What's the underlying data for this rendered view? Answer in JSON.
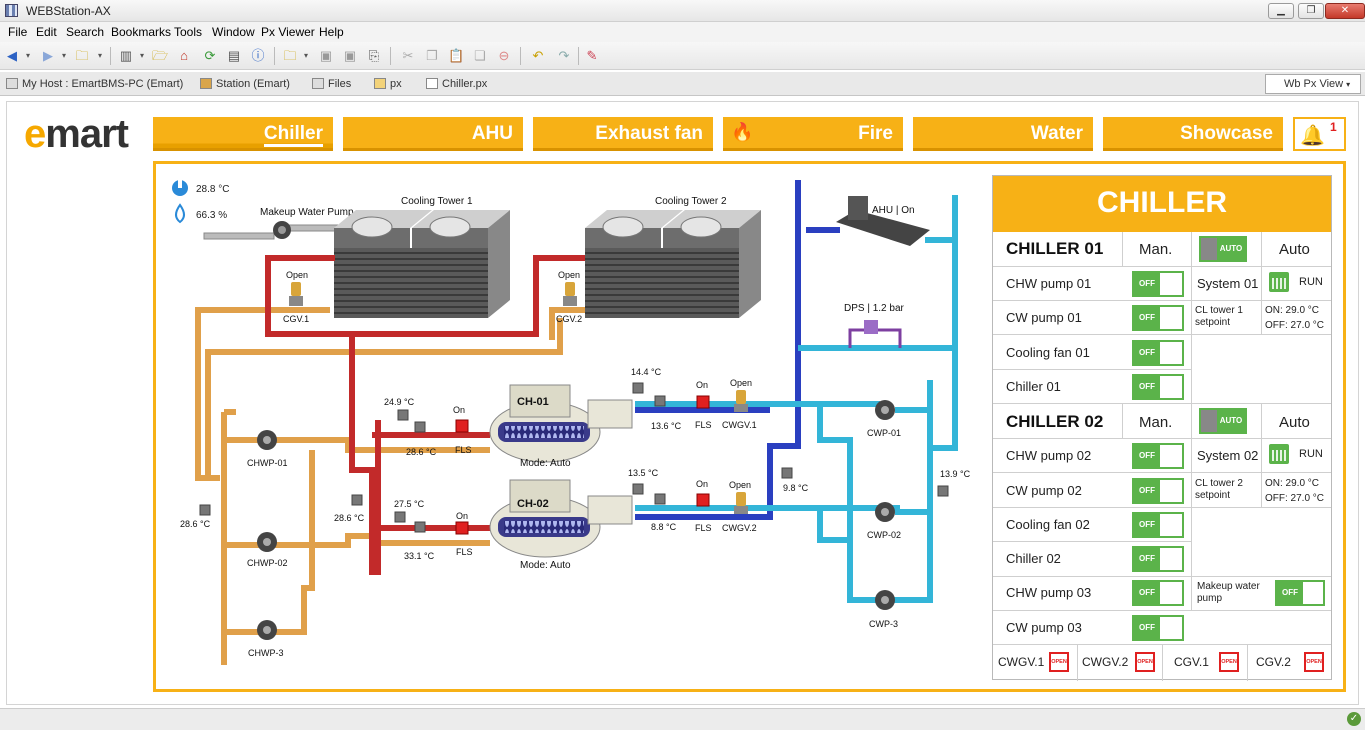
{
  "window": {
    "title": "WEBStation-AX"
  },
  "menu": [
    "File",
    "Edit",
    "Search",
    "Bookmarks",
    "Tools",
    "Window",
    "Px Viewer",
    "Help"
  ],
  "nav": {
    "crumbs": [
      "My Host : EmartBMS-PC (Emart)",
      "Station (Emart)",
      "Files",
      "px",
      "Chiller.px"
    ],
    "view": "Wb Px View"
  },
  "brand": {
    "logo_e": "e",
    "logo_rest": "mart"
  },
  "tabs": [
    "Chiller",
    "AHU",
    "Exhaust fan",
    "Fire",
    "Water",
    "Showcase"
  ],
  "alarm_count": "1",
  "colors": {
    "accent": "#f7b116",
    "hot_pipe": "#c22a2a",
    "cw_pipe": "#e0a04a",
    "chw_pipe": "#33b5d8",
    "blue_pipe": "#2a3fc0",
    "on_green": "#5bb34a",
    "alarm_red": "#e02020"
  },
  "env": {
    "temp": "28.8 °C",
    "humidity": "66.3 %"
  },
  "diagram": {
    "makeup_pump": "Makeup Water Pump",
    "ct1": "Cooling Tower 1",
    "ct2": "Cooling Tower 2",
    "cgv1_state": "Open",
    "cgv1": "CGV.1",
    "cgv2_state": "Open",
    "cgv2": "CGV.2",
    "ahu": "AHU | On",
    "dps": "DPS | 1.2 bar",
    "ch01": {
      "name": "CH-01",
      "mode": "Mode: Auto"
    },
    "ch02": {
      "name": "CH-02",
      "mode": "Mode: Auto"
    },
    "t_249": "24.9 °C",
    "t_286a": "28.6 °C",
    "t_286b": "28.6 °C",
    "t_286c": "28.6 °C",
    "t_275": "27.5 °C",
    "t_331": "33.1 °C",
    "t_144": "14.4 °C",
    "t_136": "13.6 °C",
    "t_135": "13.5 °C",
    "t_88": "8.8 °C",
    "t_98": "9.8 °C",
    "t_139": "13.9 °C",
    "fls1_state": "On",
    "fls1": "FLS",
    "fls2_state": "On",
    "fls2": "FLS",
    "fls3_state": "On",
    "fls3": "FLS",
    "fls4_state": "On",
    "fls4": "FLS",
    "cwgv1_state": "Open",
    "cwgv1": "CWGV.1",
    "cwgv2_state": "Open",
    "cwgv2": "CWGV.2",
    "chwp01": "CHWP-01",
    "chwp02": "CHWP-02",
    "chwp3": "CHWP-3",
    "cwp01": "CWP-01",
    "cwp02": "CWP-02",
    "cwp3": "CWP-3"
  },
  "panel": {
    "title": "CHILLER",
    "ch1": {
      "name": "CHILLER 01",
      "mode": "Man.",
      "auto_btn": "AUTO",
      "auto": "Auto"
    },
    "ch2": {
      "name": "CHILLER 02",
      "mode": "Man.",
      "auto_btn": "AUTO",
      "auto": "Auto"
    },
    "off": "OFF",
    "rows1": [
      "CHW pump 01",
      "CW pump 01",
      "Cooling fan 01",
      "Chiller 01"
    ],
    "rows2": [
      "CHW pump 02",
      "CW pump 02",
      "Cooling fan 02",
      "Chiller 02",
      "CHW pump 03",
      "CW pump 03"
    ],
    "sys1": "System 01",
    "sys1_state": "RUN",
    "sys2": "System 02",
    "sys2_state": "RUN",
    "cl1": "CL tower 1 setpoint",
    "cl1_on": "ON: 29.0 °C",
    "cl1_off": "OFF: 27.0 °C",
    "cl2": "CL tower 2 setpoint",
    "cl2_on": "ON: 29.0 °C",
    "cl2_off": "OFF: 27.0 °C",
    "makeup": "Makeup water pump",
    "valves": [
      "CWGV.1",
      "CWGV.2",
      "CGV.1",
      "CGV.2"
    ],
    "open": "OPEN"
  }
}
